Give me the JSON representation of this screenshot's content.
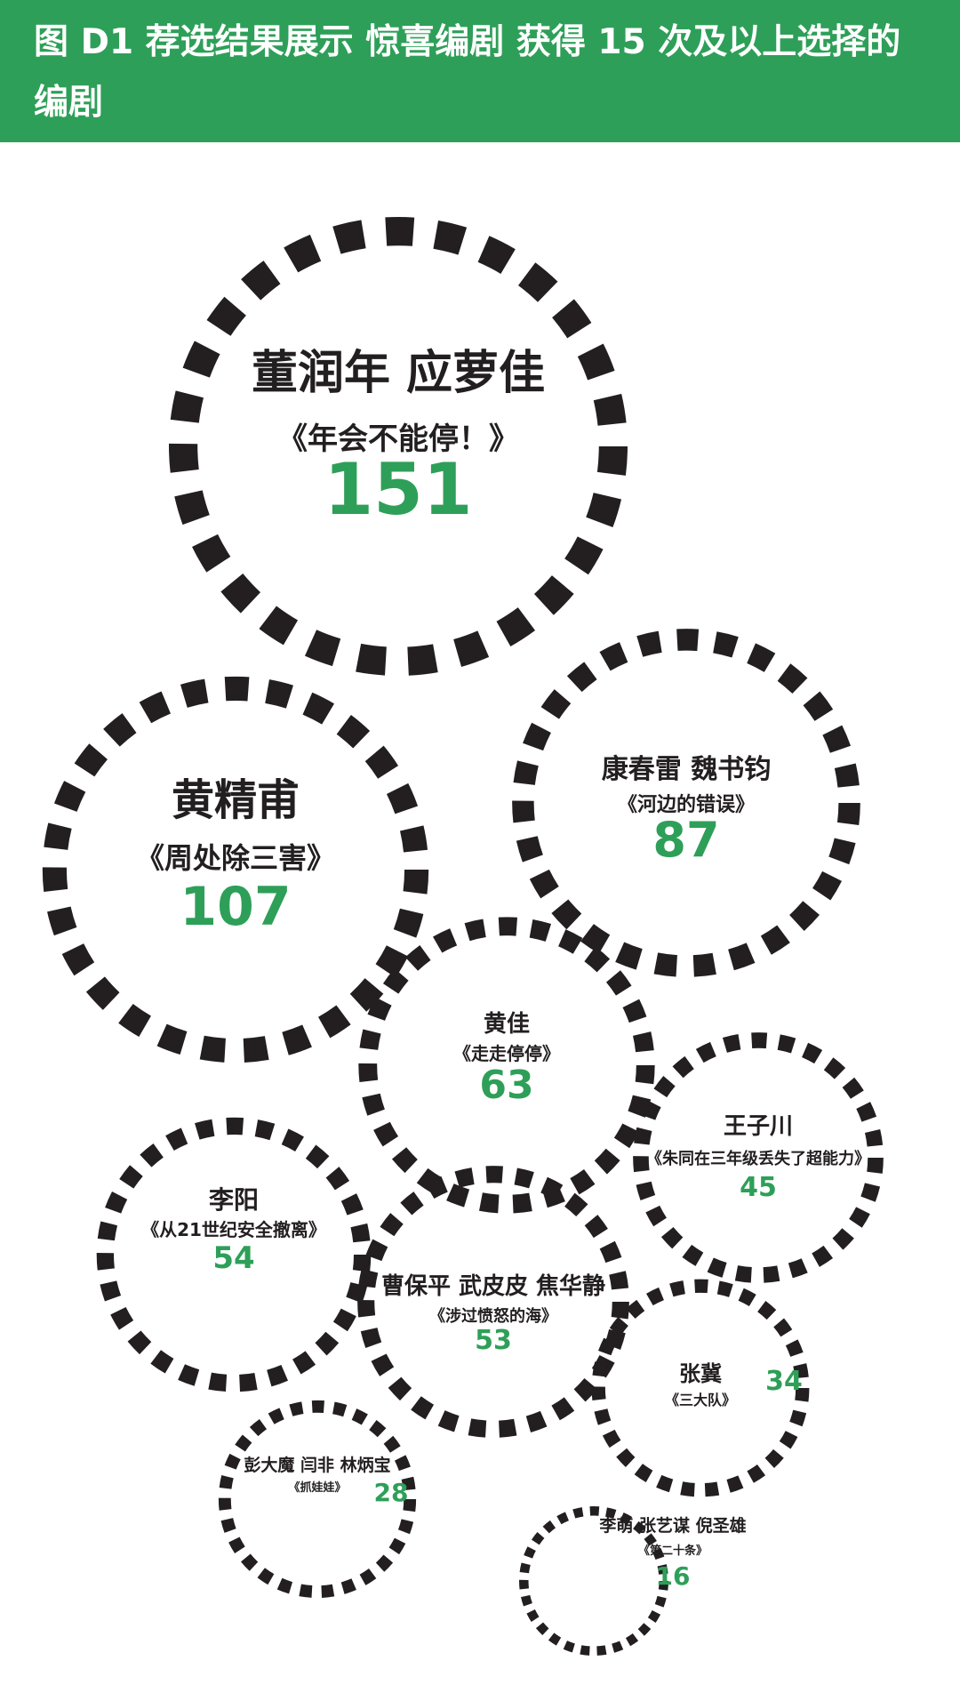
{
  "header": {
    "title": "图 D1 荐选结果展示 惊喜编剧 获得 15 次及以上选择的编剧"
  },
  "colors": {
    "header_bg": "#2e9f58",
    "ring": "#231f20",
    "name_text": "#231f20",
    "count_text": "#2e9f58"
  },
  "chart_data": {
    "type": "bubble",
    "title": "图 D1 荐选结果展示 惊喜编剧 获得 15 次及以上选择的编剧",
    "unit": "次",
    "items": [
      {
        "writers": "董润年 应萝佳",
        "work": "《年会不能停！》",
        "count": 151
      },
      {
        "writers": "黄精甫",
        "work": "《周处除三害》",
        "count": 107
      },
      {
        "writers": "康春雷 魏书钧",
        "work": "《河边的错误》",
        "count": 87
      },
      {
        "writers": "黄佳",
        "work": "《走走停停》",
        "count": 63
      },
      {
        "writers": "李阳",
        "work": "《从21世纪安全撤离》",
        "count": 54
      },
      {
        "writers": "曹保平 武皮皮 焦华静",
        "work": "《涉过愤怒的海》",
        "count": 53
      },
      {
        "writers": "王子川",
        "work": "《朱同在三年级丢失了超能力》",
        "count": 45
      },
      {
        "writers": "张冀",
        "work": "《三大队》",
        "count": 34
      },
      {
        "writers": "彭大魔 闫非 林炳宝",
        "work": "《抓娃娃》",
        "count": 28
      },
      {
        "writers": "李萌 张艺谋 倪圣雄",
        "work": "《第二十条》",
        "count": 16
      }
    ]
  }
}
